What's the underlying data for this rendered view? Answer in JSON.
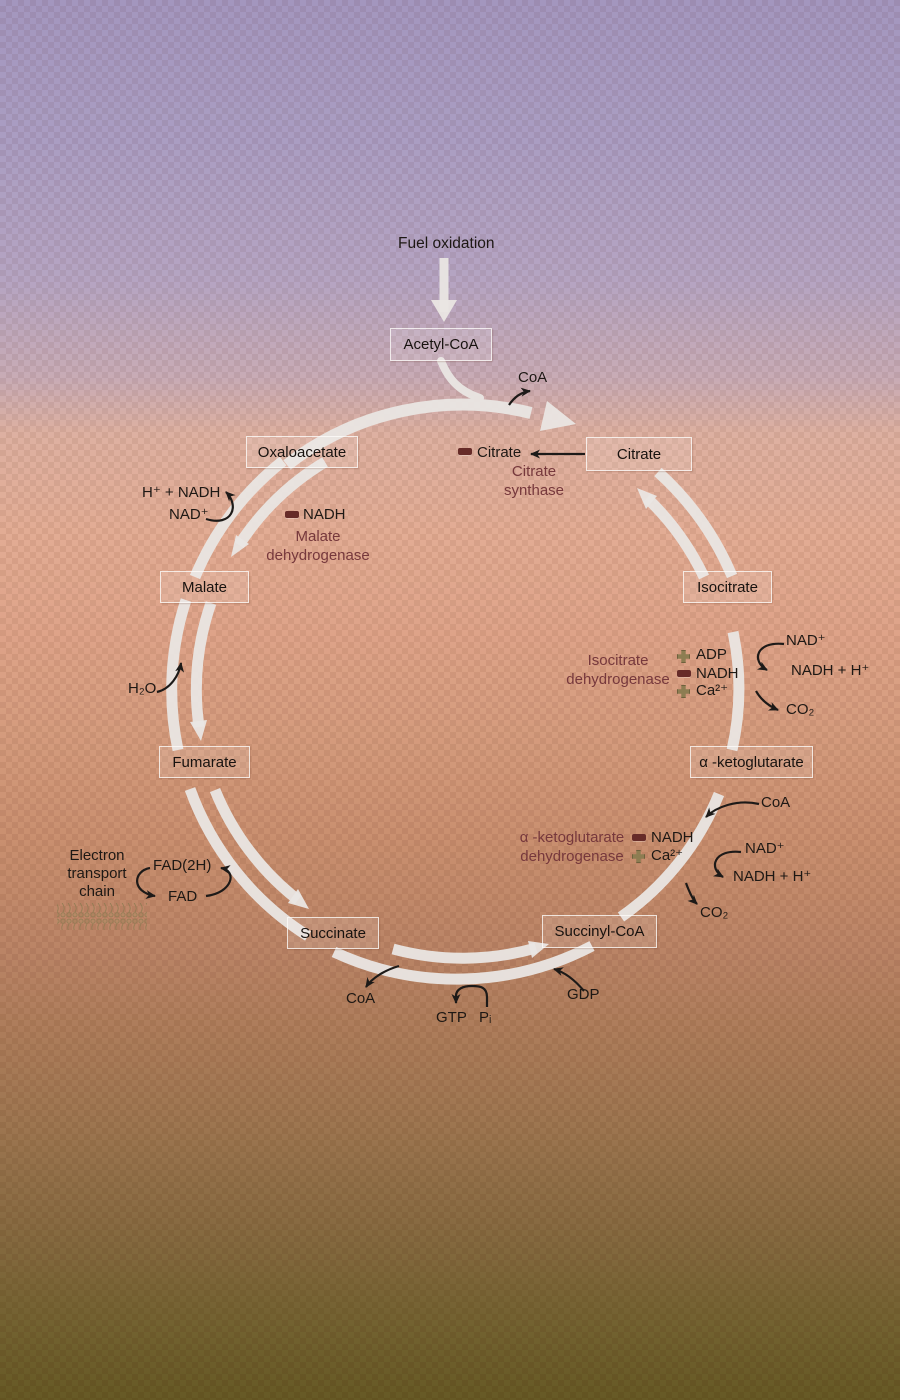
{
  "diagram": {
    "title": "Fuel oxidation",
    "boxes": {
      "acetyl_coa": "Acetyl-CoA",
      "citrate": "Citrate",
      "isocitrate": "Isocitrate",
      "alpha_ketoglutarate": "α -ketoglutarate",
      "succinyl_coa": "Succinyl-CoA",
      "succinate": "Succinate",
      "fumarate": "Fumarate",
      "malate": "Malate",
      "oxaloacetate": "Oxaloacetate"
    },
    "enzymes": {
      "citrate_synthase": {
        "line1": "Citrate",
        "line2": "synthase"
      },
      "malate_dehydrogenase": {
        "line1": "Malate",
        "line2": "dehydrogenase"
      },
      "isocitrate_dehydrogenase": {
        "line1": "Isocitrate",
        "line2": "dehydrogenase"
      },
      "akg_dehydrogenase": {
        "line1": "α -ketoglutarate",
        "line2": "dehydrogenase"
      }
    },
    "electron_transport_chain": {
      "line1": "Electron",
      "line2": "transport",
      "line3": "chain"
    },
    "regulators": {
      "citrate_synthase_inhibitor": "Citrate",
      "mdh_inhibitor": "NADH",
      "idh_activator_adp": "ADP",
      "idh_inhibitor_nadh": "NADH",
      "idh_activator_ca": "Ca²⁺",
      "akgdh_inhibitor_nadh": "NADH",
      "akgdh_activator_ca": "Ca²⁺"
    },
    "metabolites": {
      "coa_citrate_synthase": "CoA",
      "h_plus_nadh": "H⁺ + NADH",
      "nad_mdh": "NAD⁺",
      "h2o": "H₂O",
      "fad2h": "FAD(2H)",
      "fad": "FAD",
      "coa_succinyl": "CoA",
      "gtp": "GTP",
      "pi": "Pᵢ",
      "gdp": "GDP",
      "co2_akgdh": "CO₂",
      "nad_akgdh": "NAD⁺",
      "nadh_h_akgdh": "NADH + H⁺",
      "coa_akgdh": "CoA",
      "co2_idh": "CO₂",
      "nad_idh": "NAD⁺",
      "nadh_h_idh": "NADH + H⁺"
    },
    "colors": {
      "enzyme_text": "#76383c",
      "inhibitor_icon": "#662b28",
      "activator_icon": "#8d7d52",
      "cycle_arrow": "#eae6e3",
      "black_arrow": "#1d1a18"
    }
  }
}
